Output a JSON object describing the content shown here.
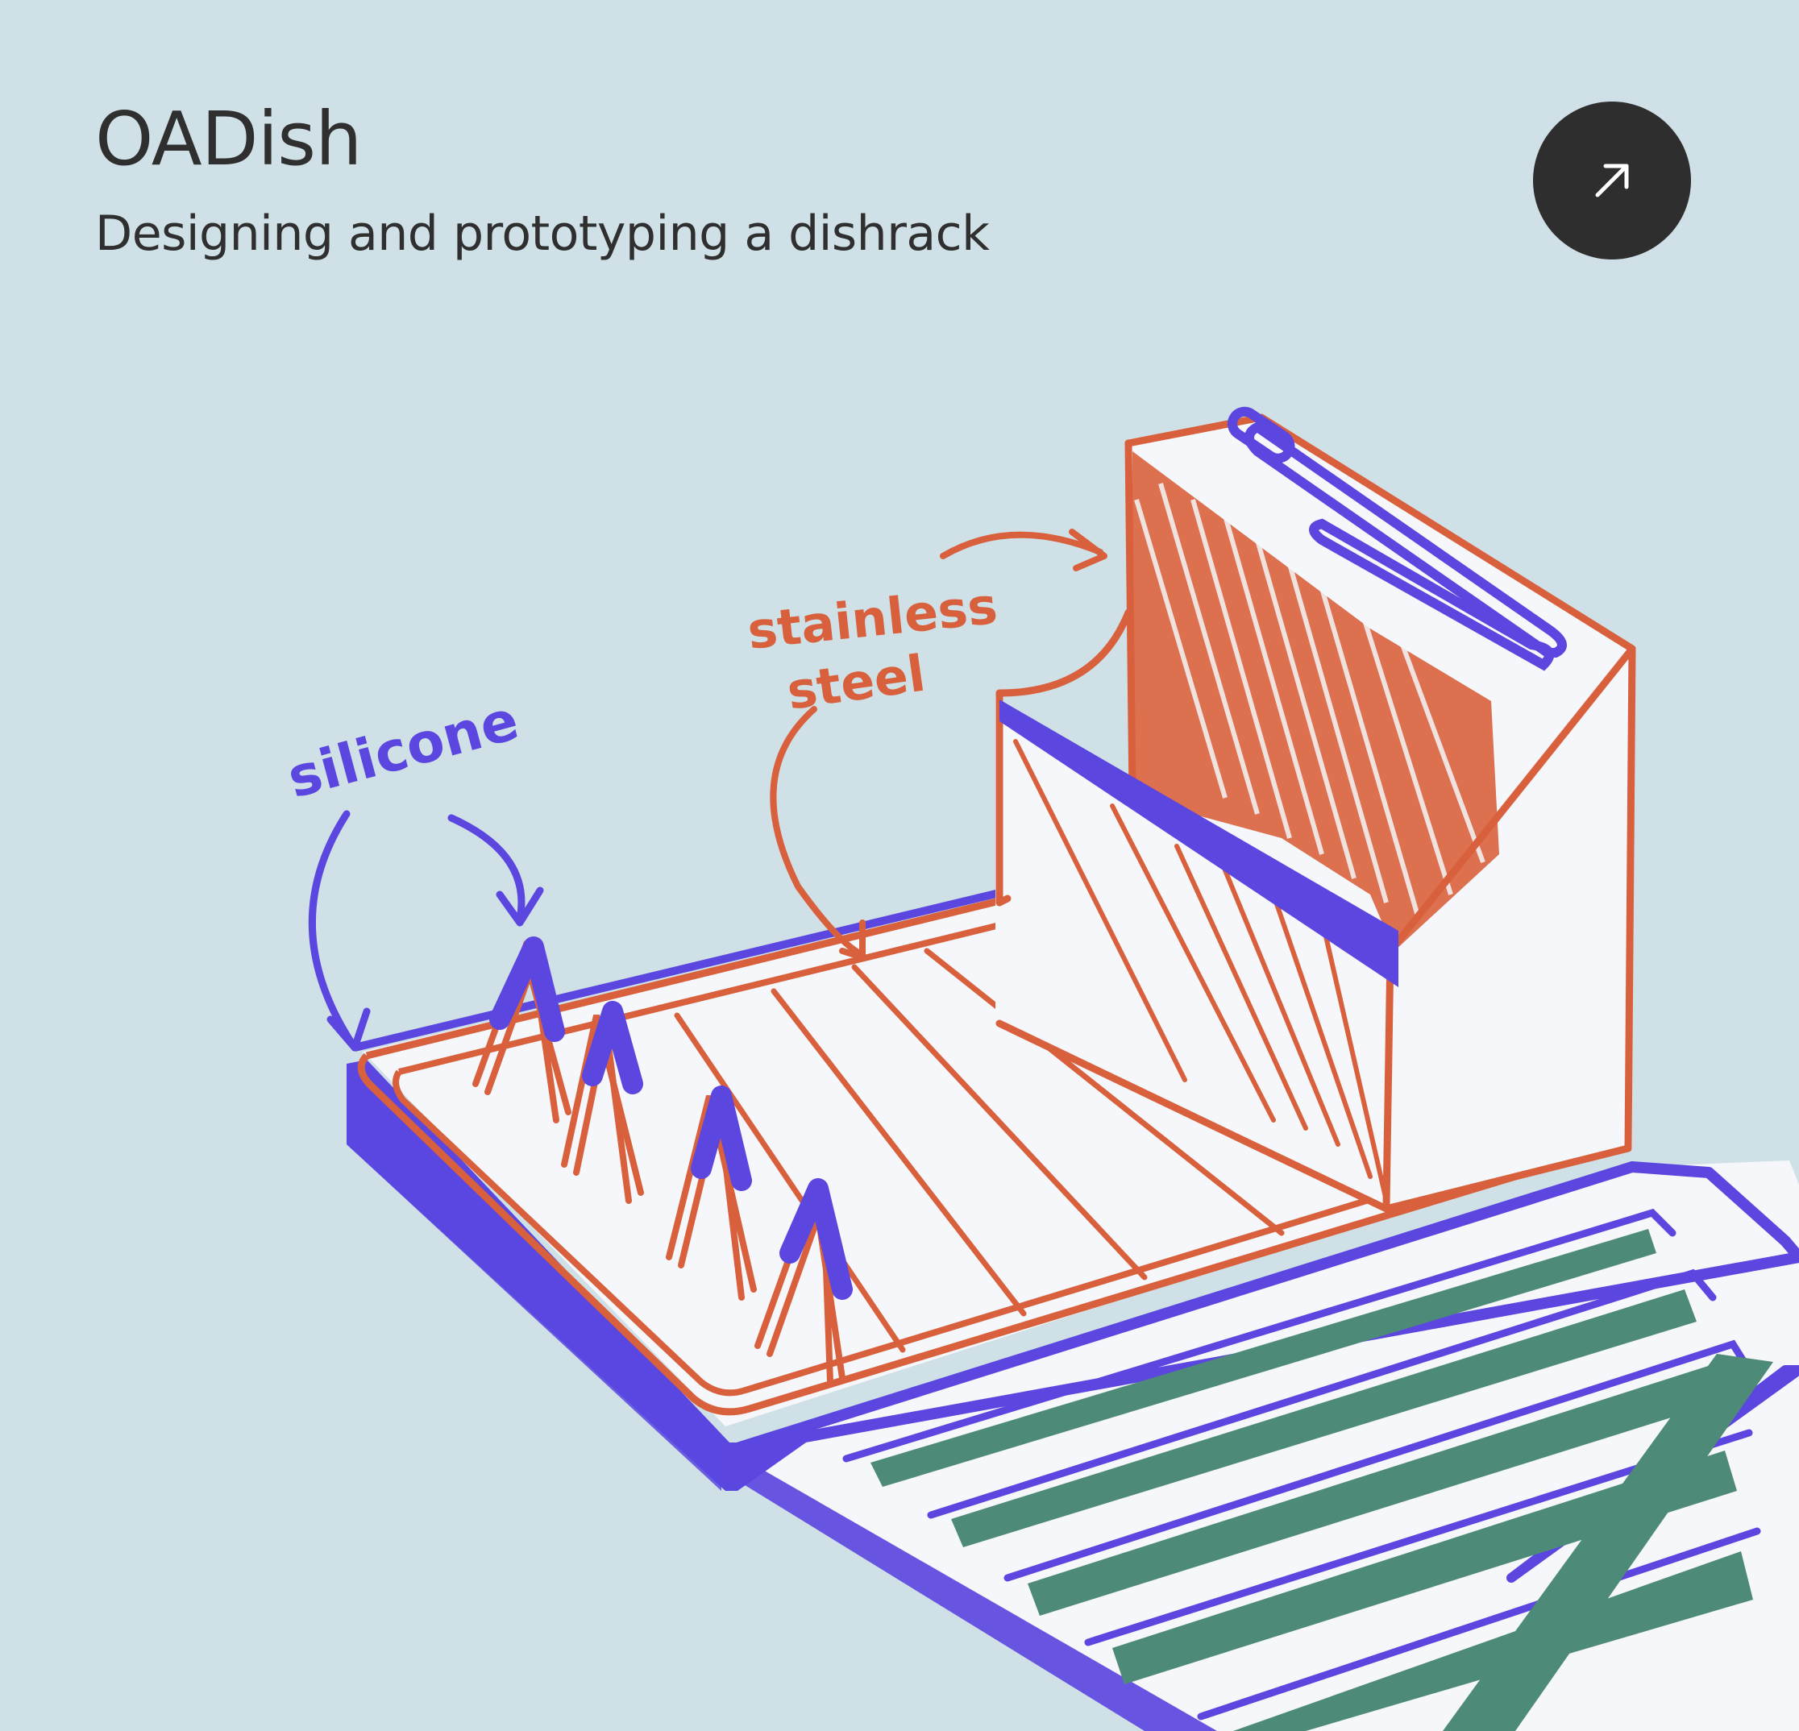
{
  "card": {
    "title": "OADish",
    "subtitle": "Designing and prototyping a dishrack",
    "open_button_icon": "arrow-up-right-icon",
    "annotations": {
      "silicone": "silicone",
      "stainless_line1": "stainless",
      "stainless_line2": "steel"
    }
  },
  "colors": {
    "background": "#cfe1e7",
    "text": "#2f2f2f",
    "button": "#2e2e2e",
    "button_icon": "#ffffff",
    "sketch_orange": "#d9603c",
    "sketch_purple": "#5b46e0",
    "sketch_green": "#4e8a78",
    "sketch_fill": "#f5f7fa"
  }
}
